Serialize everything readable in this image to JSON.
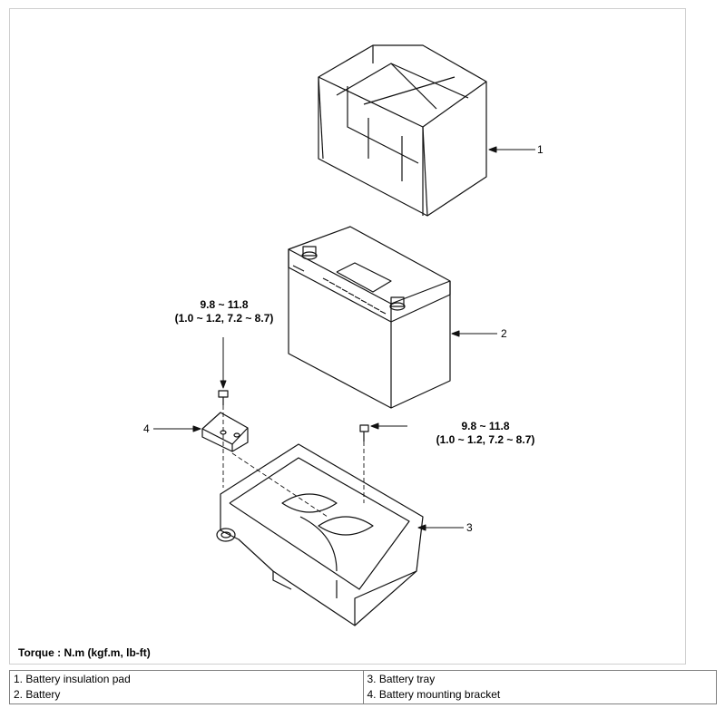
{
  "callouts": [
    "1",
    "2",
    "3",
    "4"
  ],
  "torque_left": {
    "line1": "9.8 ~ 11.8",
    "line2": "(1.0 ~ 1.2, 7.2 ~ 8.7)"
  },
  "torque_right": {
    "line1": "9.8 ~ 11.8",
    "line2": "(1.0 ~ 1.2, 7.2 ~ 8.7)"
  },
  "caption": "Torque : N.m (kgf.m, lb-ft)",
  "legend": {
    "col_left": [
      "1. Battery insulation pad",
      "2. Battery"
    ],
    "col_right": [
      "3. Battery tray",
      "4. Battery mounting bracket"
    ]
  }
}
